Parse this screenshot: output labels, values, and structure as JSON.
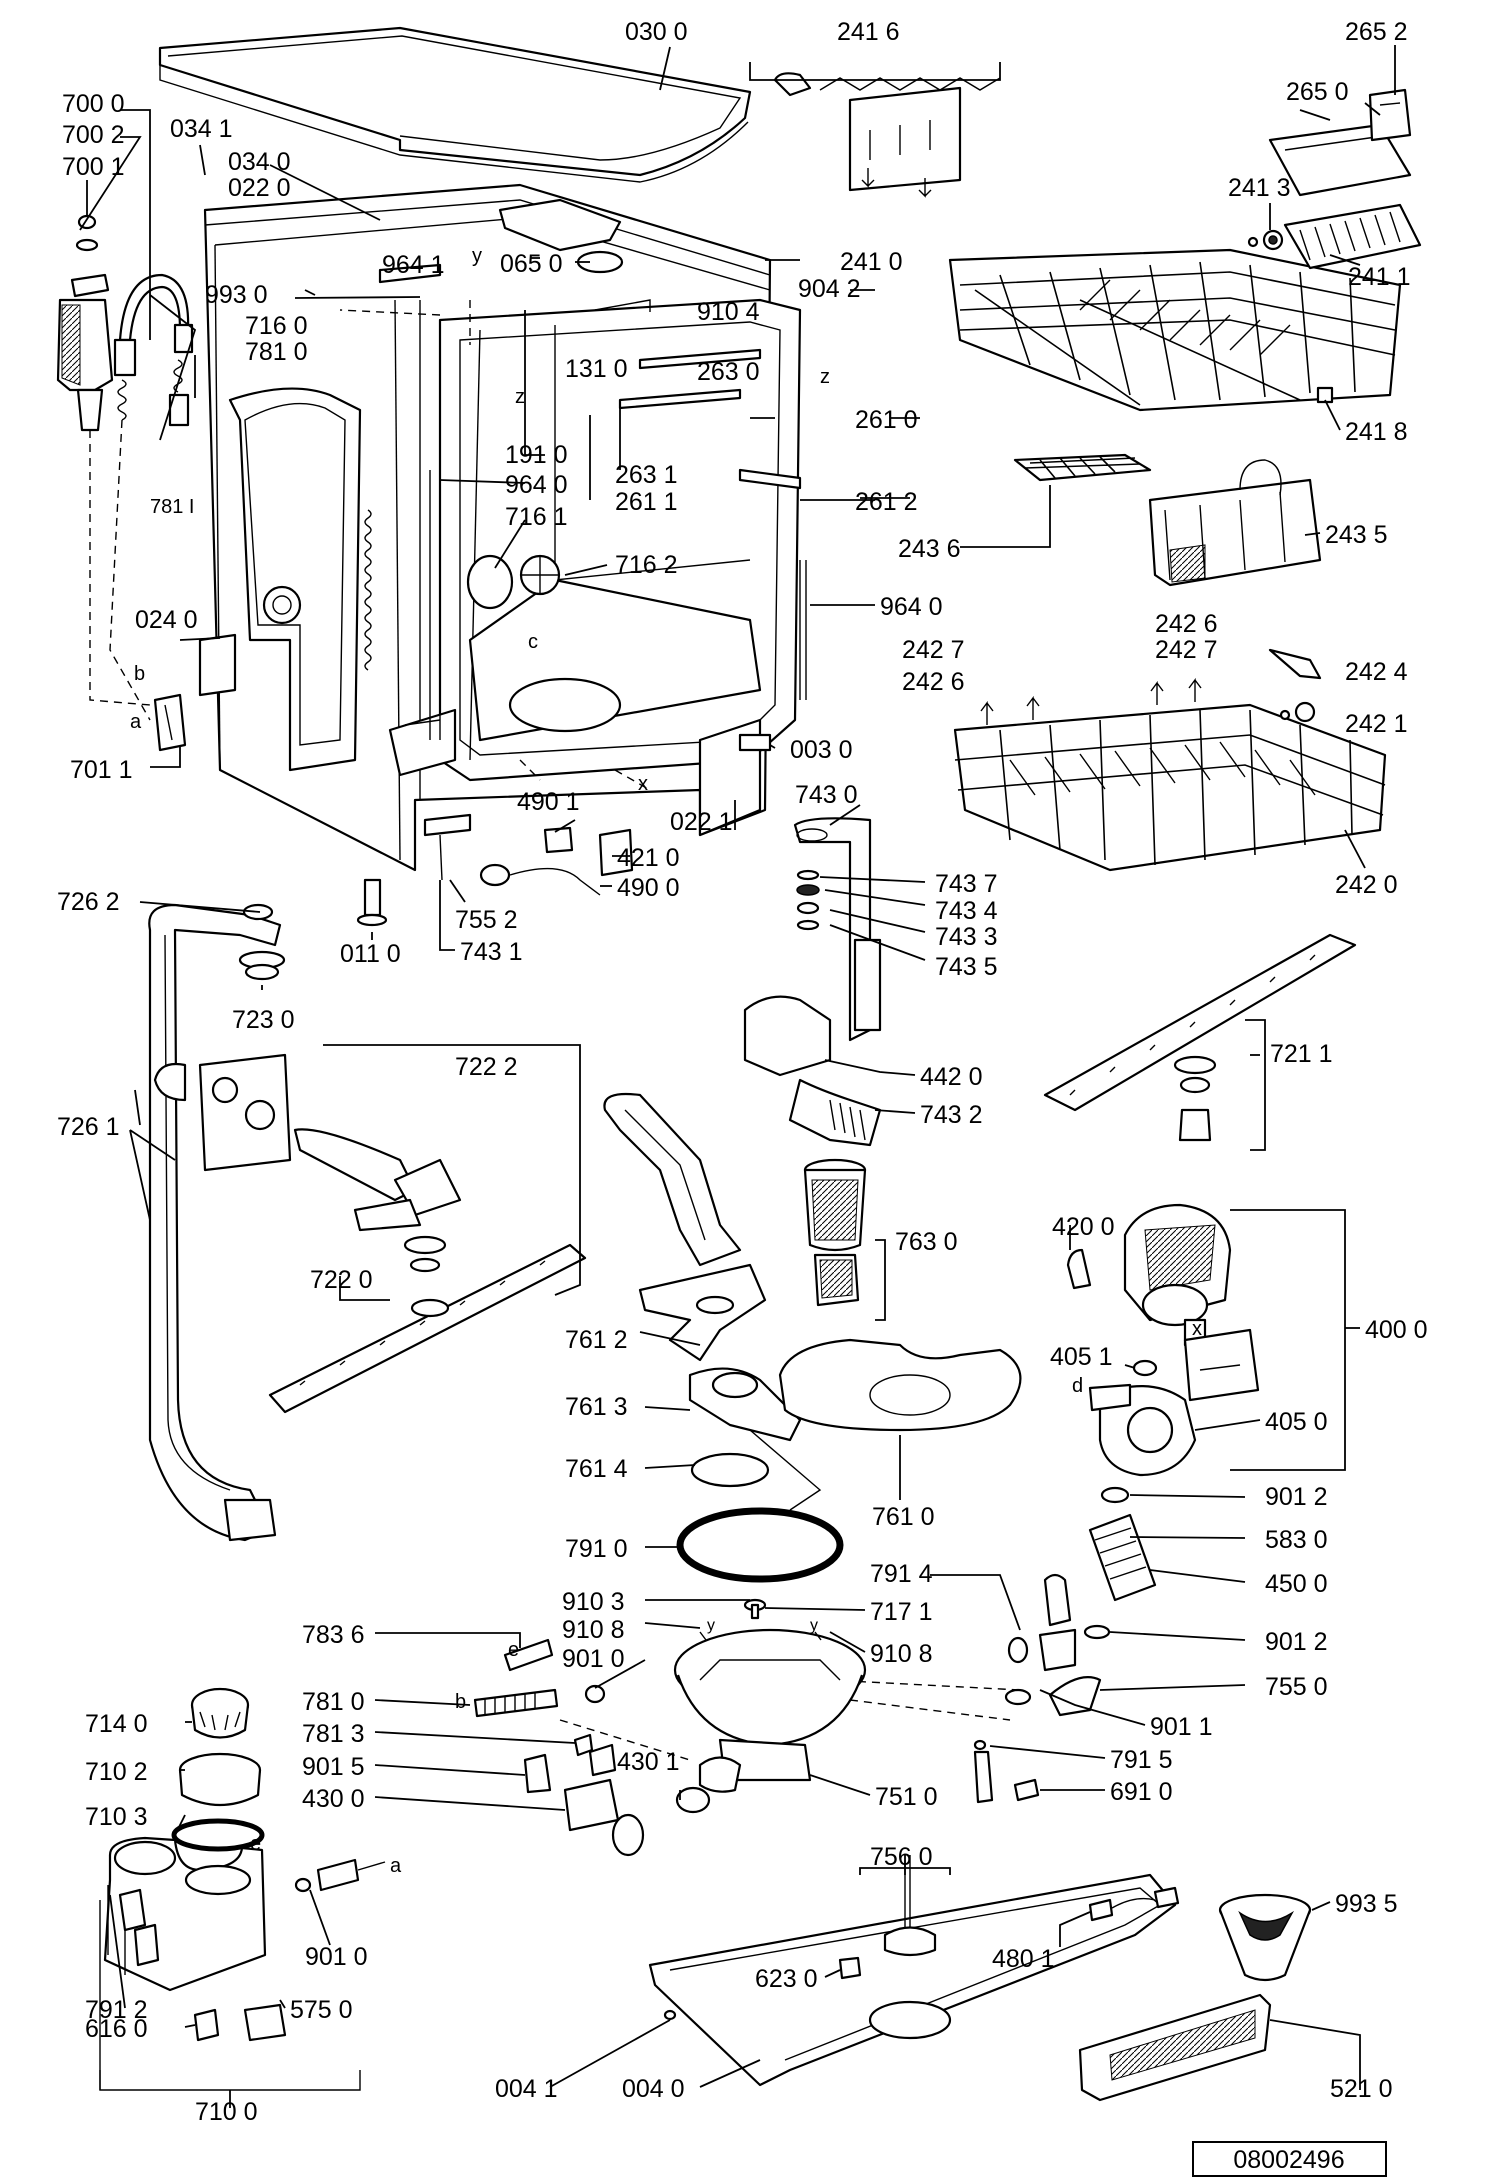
{
  "document_number": "08002496",
  "part_labels": [
    {
      "id": "p1",
      "text": "030 0"
    },
    {
      "id": "p2",
      "text": "241 6"
    },
    {
      "id": "p3",
      "text": "265 2"
    },
    {
      "id": "p4",
      "text": "265 0"
    },
    {
      "id": "p5",
      "text": "700 0"
    },
    {
      "id": "p6",
      "text": "700 2"
    },
    {
      "id": "p7",
      "text": "700 1"
    },
    {
      "id": "p8",
      "text": "034 1"
    },
    {
      "id": "p9",
      "text": "034 0"
    },
    {
      "id": "p10",
      "text": "022 0"
    },
    {
      "id": "p11",
      "text": "241 3"
    },
    {
      "id": "p12",
      "text": "241 0"
    },
    {
      "id": "p13",
      "text": "241 1"
    },
    {
      "id": "p14",
      "text": "904 2"
    },
    {
      "id": "p15",
      "text": "964 1"
    },
    {
      "id": "p16",
      "text": "065 0"
    },
    {
      "id": "p17",
      "text": "993 0"
    },
    {
      "id": "p18",
      "text": "716 0"
    },
    {
      "id": "p19",
      "text": "781 0"
    },
    {
      "id": "p20",
      "text": "910 4"
    },
    {
      "id": "p21",
      "text": "131 0"
    },
    {
      "id": "p22",
      "text": "263 0"
    },
    {
      "id": "p23",
      "text": "261 0"
    },
    {
      "id": "p24",
      "text": "241 8"
    },
    {
      "id": "p25",
      "text": "191 0"
    },
    {
      "id": "p26",
      "text": "263 1"
    },
    {
      "id": "p27",
      "text": "964 0"
    },
    {
      "id": "p28",
      "text": "261 1"
    },
    {
      "id": "p29",
      "text": "261 2"
    },
    {
      "id": "p30",
      "text": "781 I"
    },
    {
      "id": "p31",
      "text": "716 1"
    },
    {
      "id": "p32",
      "text": "243 6"
    },
    {
      "id": "p33",
      "text": "243 5"
    },
    {
      "id": "p34",
      "text": "716 2"
    },
    {
      "id": "p35",
      "text": "964 0"
    },
    {
      "id": "p36",
      "text": "024 0"
    },
    {
      "id": "p37",
      "text": "242 6"
    },
    {
      "id": "p38",
      "text": "242 7"
    },
    {
      "id": "p39",
      "text": "242 7"
    },
    {
      "id": "p40",
      "text": "242 6"
    },
    {
      "id": "p41",
      "text": "242 4"
    },
    {
      "id": "p42",
      "text": "242 1"
    },
    {
      "id": "p43",
      "text": "701 1"
    },
    {
      "id": "p44",
      "text": "003 0"
    },
    {
      "id": "p45",
      "text": "743 0"
    },
    {
      "id": "p46",
      "text": "490 1"
    },
    {
      "id": "p47",
      "text": "022 1"
    },
    {
      "id": "p48",
      "text": "421 0"
    },
    {
      "id": "p49",
      "text": "490 0"
    },
    {
      "id": "p50",
      "text": "743 7"
    },
    {
      "id": "p51",
      "text": "242 0"
    },
    {
      "id": "p52",
      "text": "726 2"
    },
    {
      "id": "p53",
      "text": "755 2"
    },
    {
      "id": "p54",
      "text": "743 4"
    },
    {
      "id": "p55",
      "text": "011 0"
    },
    {
      "id": "p56",
      "text": "743 1"
    },
    {
      "id": "p57",
      "text": "743 3"
    },
    {
      "id": "p58",
      "text": "743 5"
    },
    {
      "id": "p59",
      "text": "723 0"
    },
    {
      "id": "p60",
      "text": "722 2"
    },
    {
      "id": "p61",
      "text": "721 1"
    },
    {
      "id": "p62",
      "text": "442 0"
    },
    {
      "id": "p63",
      "text": "726 1"
    },
    {
      "id": "p64",
      "text": "743 2"
    },
    {
      "id": "p65",
      "text": "763 0"
    },
    {
      "id": "p66",
      "text": "420 0"
    },
    {
      "id": "p67",
      "text": "722 0"
    },
    {
      "id": "p68",
      "text": "400 0"
    },
    {
      "id": "p69",
      "text": "761 2"
    },
    {
      "id": "p70",
      "text": "405 1"
    },
    {
      "id": "p71",
      "text": "761 3"
    },
    {
      "id": "p72",
      "text": "405 0"
    },
    {
      "id": "p73",
      "text": "761 4"
    },
    {
      "id": "p74",
      "text": "761 0"
    },
    {
      "id": "p75",
      "text": "901 2"
    },
    {
      "id": "p76",
      "text": "791 0"
    },
    {
      "id": "p77",
      "text": "583 0"
    },
    {
      "id": "p78",
      "text": "791 4"
    },
    {
      "id": "p79",
      "text": "450 0"
    },
    {
      "id": "p80",
      "text": "910 3"
    },
    {
      "id": "p81",
      "text": "717 1"
    },
    {
      "id": "p82",
      "text": "783 6"
    },
    {
      "id": "p83",
      "text": "910 8"
    },
    {
      "id": "p84",
      "text": "910 8"
    },
    {
      "id": "p85",
      "text": "901 2"
    },
    {
      "id": "p86",
      "text": "901 0"
    },
    {
      "id": "p87",
      "text": "755 0"
    },
    {
      "id": "p88",
      "text": "714 0"
    },
    {
      "id": "p89",
      "text": "781 0"
    },
    {
      "id": "p90",
      "text": "901 1"
    },
    {
      "id": "p91",
      "text": "781 3"
    },
    {
      "id": "p92",
      "text": "791 5"
    },
    {
      "id": "p93",
      "text": "710 2"
    },
    {
      "id": "p94",
      "text": "901 5"
    },
    {
      "id": "p95",
      "text": "430 1"
    },
    {
      "id": "p96",
      "text": "751 0"
    },
    {
      "id": "p97",
      "text": "691 0"
    },
    {
      "id": "p98",
      "text": "430 0"
    },
    {
      "id": "p99",
      "text": "710 3"
    },
    {
      "id": "p100",
      "text": "756 0"
    },
    {
      "id": "p101",
      "text": "993 5"
    },
    {
      "id": "p102",
      "text": "623 0"
    },
    {
      "id": "p103",
      "text": "480 1"
    },
    {
      "id": "p104",
      "text": "901 0"
    },
    {
      "id": "p105",
      "text": "791 2"
    },
    {
      "id": "p106",
      "text": "575 0"
    },
    {
      "id": "p107",
      "text": "616 0"
    },
    {
      "id": "p108",
      "text": "004 1"
    },
    {
      "id": "p109",
      "text": "004 0"
    },
    {
      "id": "p110",
      "text": "521 0"
    },
    {
      "id": "p111",
      "text": "710 0"
    }
  ],
  "marker_letters": [
    {
      "id": "m1",
      "text": "a"
    },
    {
      "id": "m2",
      "text": "b"
    },
    {
      "id": "m3",
      "text": "c"
    },
    {
      "id": "m4",
      "text": "d"
    },
    {
      "id": "m5",
      "text": "e"
    },
    {
      "id": "m6",
      "text": "z"
    },
    {
      "id": "m7",
      "text": "z"
    },
    {
      "id": "m8",
      "text": "x"
    },
    {
      "id": "m9",
      "text": "x"
    },
    {
      "id": "m10",
      "text": "y"
    },
    {
      "id": "m11",
      "text": "b"
    },
    {
      "id": "m12",
      "text": "e"
    },
    {
      "id": "m13",
      "text": "a"
    },
    {
      "id": "m14",
      "text": "y"
    },
    {
      "id": "m15",
      "text": "y"
    }
  ]
}
